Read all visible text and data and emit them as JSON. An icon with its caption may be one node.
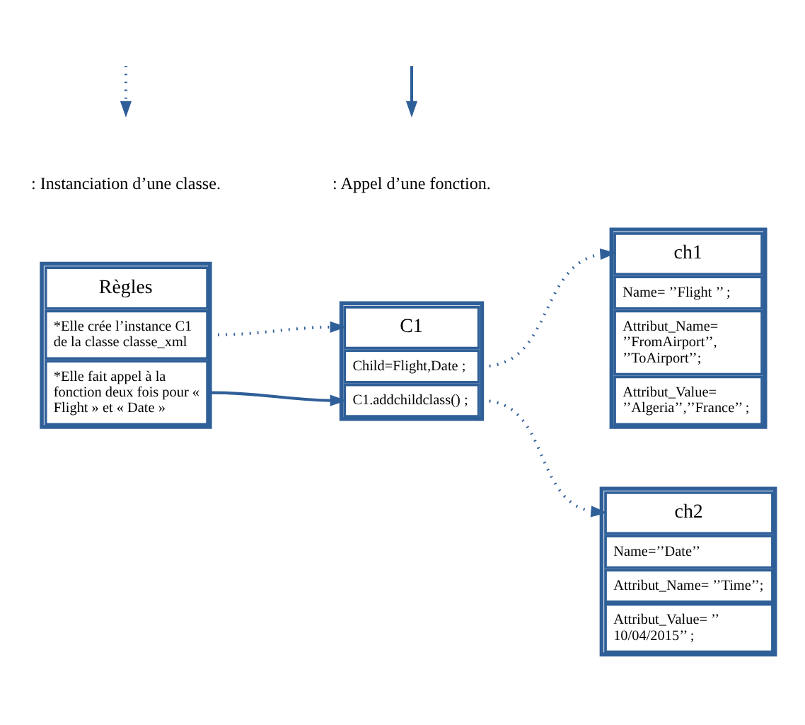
{
  "diagram": {
    "nodes": [
      {
        "text": [
          "Règles",
          "*Elle crée l’instance C1 de la classe classe_xml",
          "*Elle fait appel à la fonction deux fois pour « Flight » et « Date »"
        ]
      },
      {
        "text": [
          "C1",
          "Child=Flight,Date ;",
          "C1.addchildclass() ;"
        ]
      },
      {
        "text": [
          "ch1",
          "Name= ’’Flight ’’ ;",
          "Attribut_Name= ’’FromAirport’’, ’’ToAirport’’;",
          "Attribut_Value= ’’Algeria’’,’’France’’ ;"
        ]
      },
      {
        "text": [
          "ch2",
          "Name=’’Date’’",
          "Attribut_Name= ’’Time’’;",
          "Attribut_Value= ’’ 10/04/2015’’ ;"
        ]
      }
    ],
    "edges": [
      {
        "from": 0,
        "to": 1,
        "arrow": "to",
        "style": "dashed"
      },
      {
        "from": 0,
        "to": 1,
        "arrow": "to"
      },
      {
        "from": 1,
        "to": 2,
        "arrow": "to",
        "style": "dashed"
      },
      {
        "from": 1,
        "to": 3,
        "arrow": "to",
        "style": "dashed"
      }
    ],
    "legend": [
      {
        "text": ": Instanciation d’une classe."
      },
      {
        "text": ": Appel d’une fonction."
      }
    ]
  }
}
